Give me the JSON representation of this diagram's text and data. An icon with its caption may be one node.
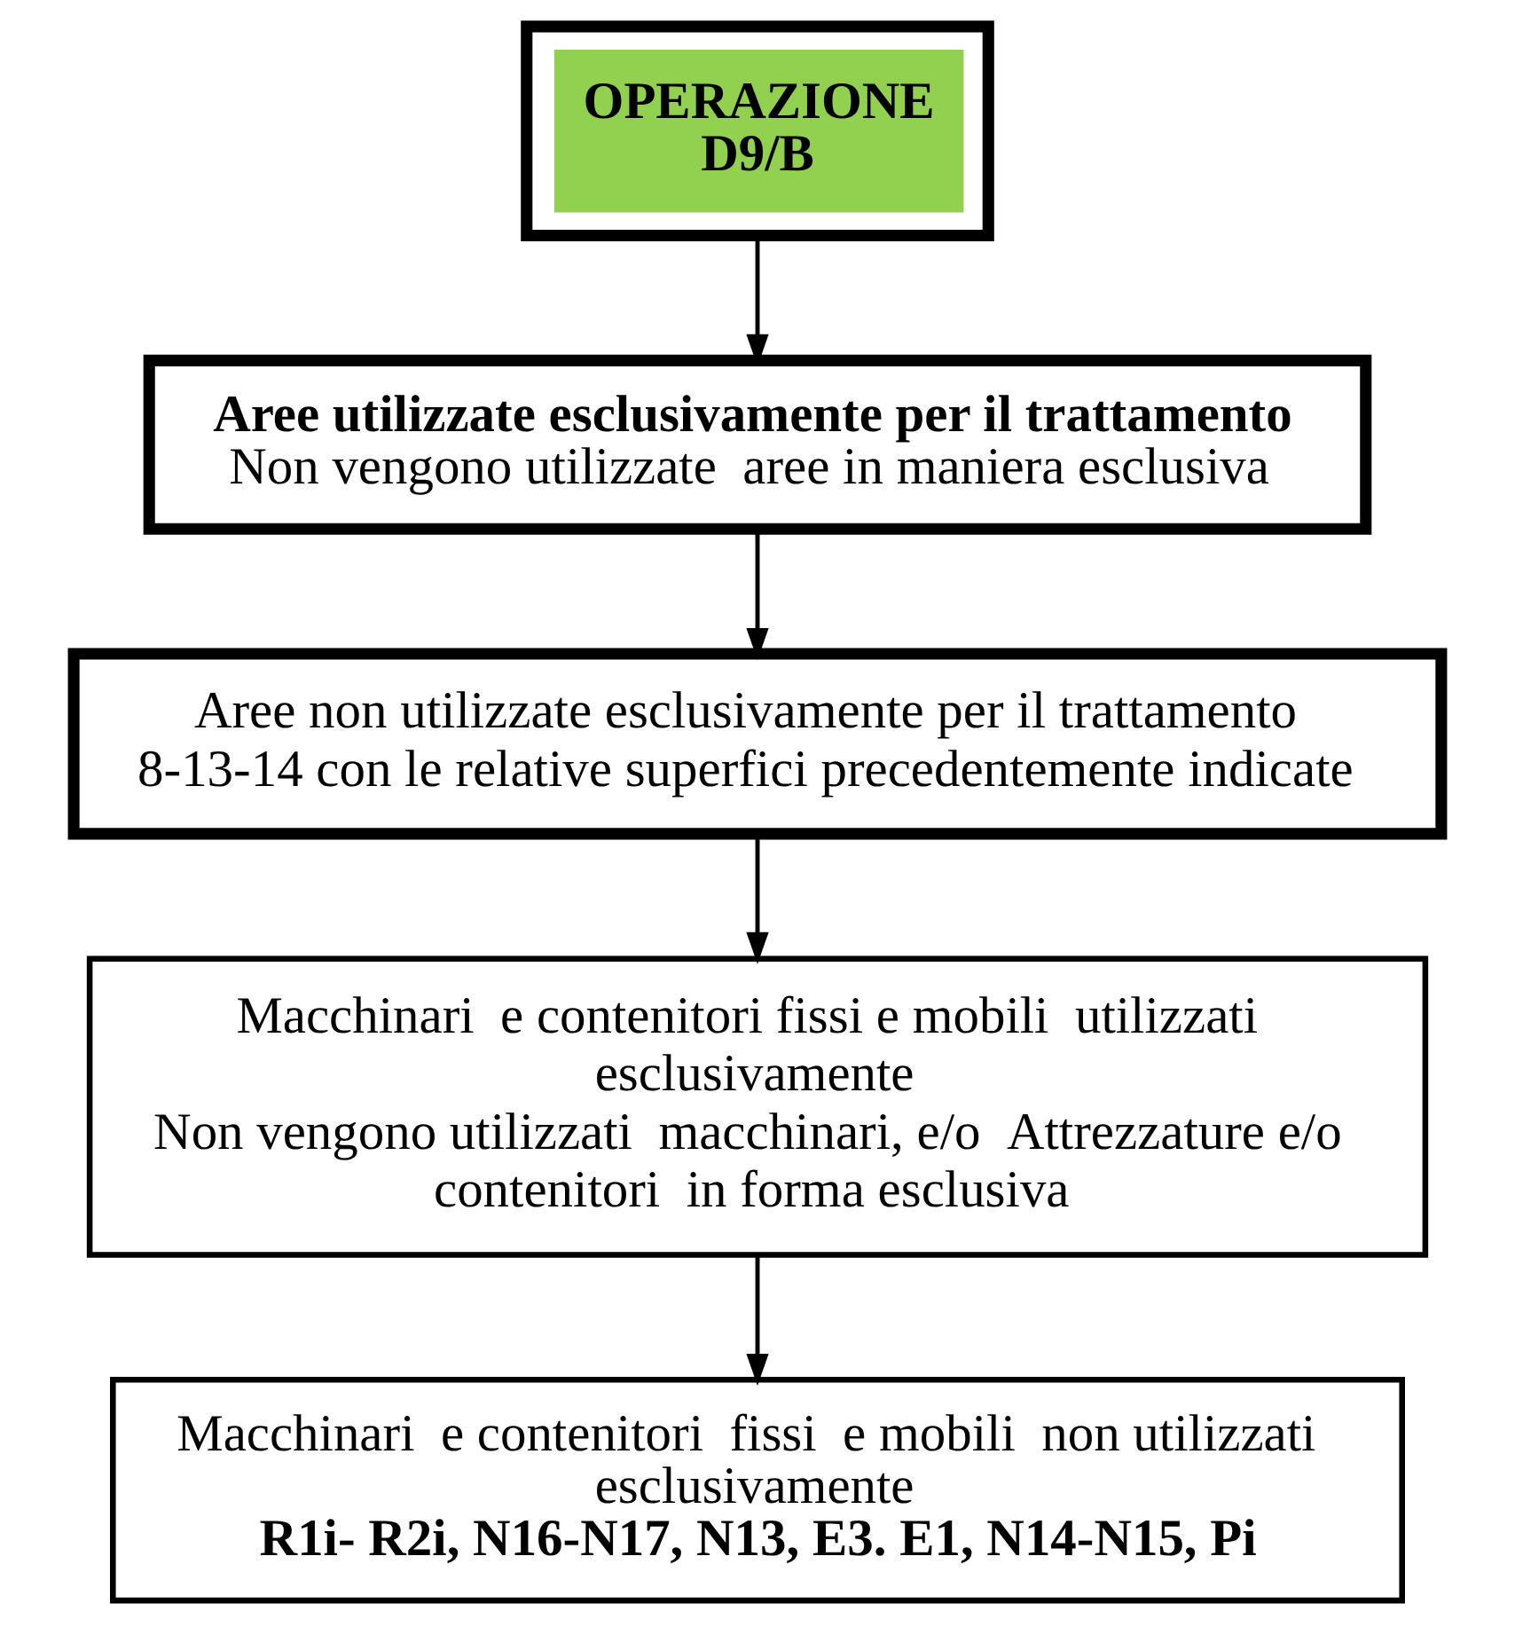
{
  "diagram": {
    "nodes": [
      {
        "text": [
          "OPERAZIONE D9/B"
        ]
      },
      {
        "text": [
          "Aree utilizzate esclusivamente per il trattamento",
          "Non vengono utilizzate  aree in maniera esclusiva"
        ]
      },
      {
        "text": [
          "Aree non utilizzate esclusivamente per il trattamento",
          "8-13-14 con le relative superfici precedentemente indicate"
        ]
      },
      {
        "text": [
          "Macchinari  e contenitori fissi e mobili  utilizzati esclusivamente",
          "Non vengono utilizzati  macchinari, e/o  Attrezzature e/o contenitori  in forma esclusiva"
        ]
      },
      {
        "text": [
          "Macchinari  e contenitori  fissi  e mobili  non utilizzati esclusivamente",
          "R1i- R2i, N16-N17, N13, E3. E1, N14-N15, Pi"
        ]
      }
    ],
    "edges": [
      {
        "from": 0,
        "to": 1,
        "arrow": "to"
      },
      {
        "from": 1,
        "to": 2,
        "arrow": "to"
      },
      {
        "from": 2,
        "to": 3,
        "arrow": "to"
      },
      {
        "from": 3,
        "to": 4,
        "arrow": "to"
      }
    ]
  }
}
